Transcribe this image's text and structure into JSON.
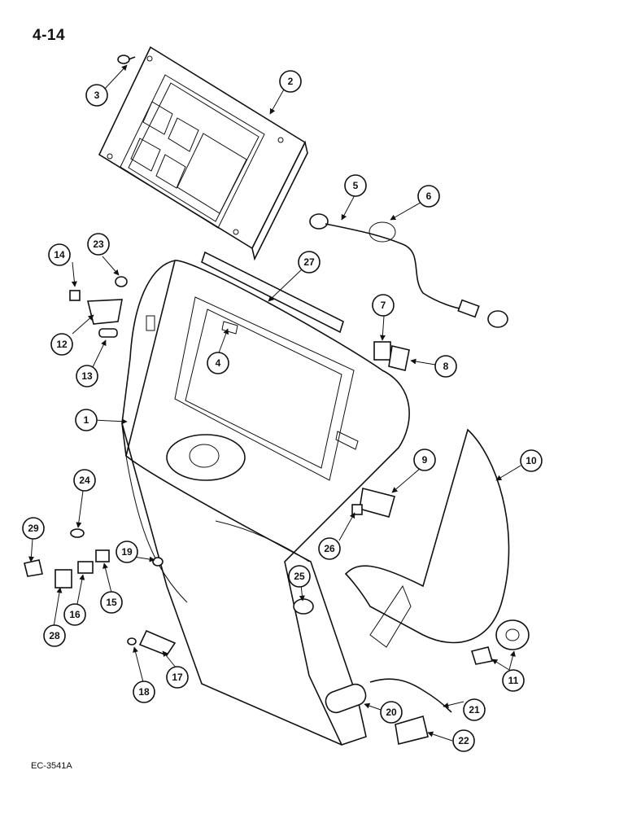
{
  "page": {
    "number": "4-14",
    "reference": "EC-3541A"
  },
  "callouts": [
    "1",
    "2",
    "3",
    "4",
    "5",
    "6",
    "7",
    "8",
    "9",
    "10",
    "11",
    "12",
    "13",
    "14",
    "15",
    "16",
    "17",
    "18",
    "19",
    "20",
    "21",
    "22",
    "23",
    "24",
    "25",
    "26",
    "27",
    "28",
    "29"
  ]
}
